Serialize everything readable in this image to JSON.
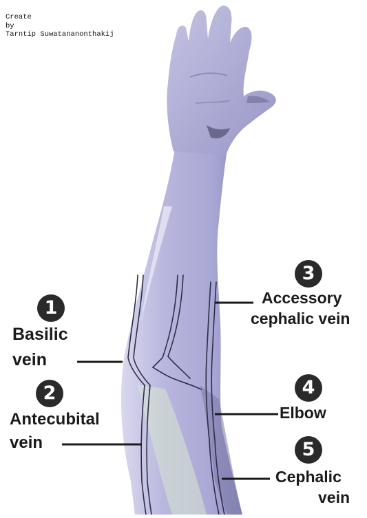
{
  "credit": {
    "line1": "Create",
    "line2": "by",
    "line3": "Tarntip Suwatananonthakij"
  },
  "labels": [
    {
      "number": "1",
      "line1": "Basilic",
      "line2": "vein"
    },
    {
      "number": "2",
      "line1": "Antecubital",
      "line2": "vein"
    },
    {
      "number": "3",
      "line1": "Accessory",
      "line2": "cephalic vein"
    },
    {
      "number": "4",
      "line1": "Elbow"
    },
    {
      "number": "5",
      "line1": "Cephalic",
      "line2": "vein"
    }
  ],
  "colors": {
    "arm_base": "#b8b6dc",
    "arm_shadow": "#7f7eaa",
    "vein_line": "#2e2d45",
    "badge": "#2a2a2a",
    "pointer": "#1a1a1a"
  }
}
